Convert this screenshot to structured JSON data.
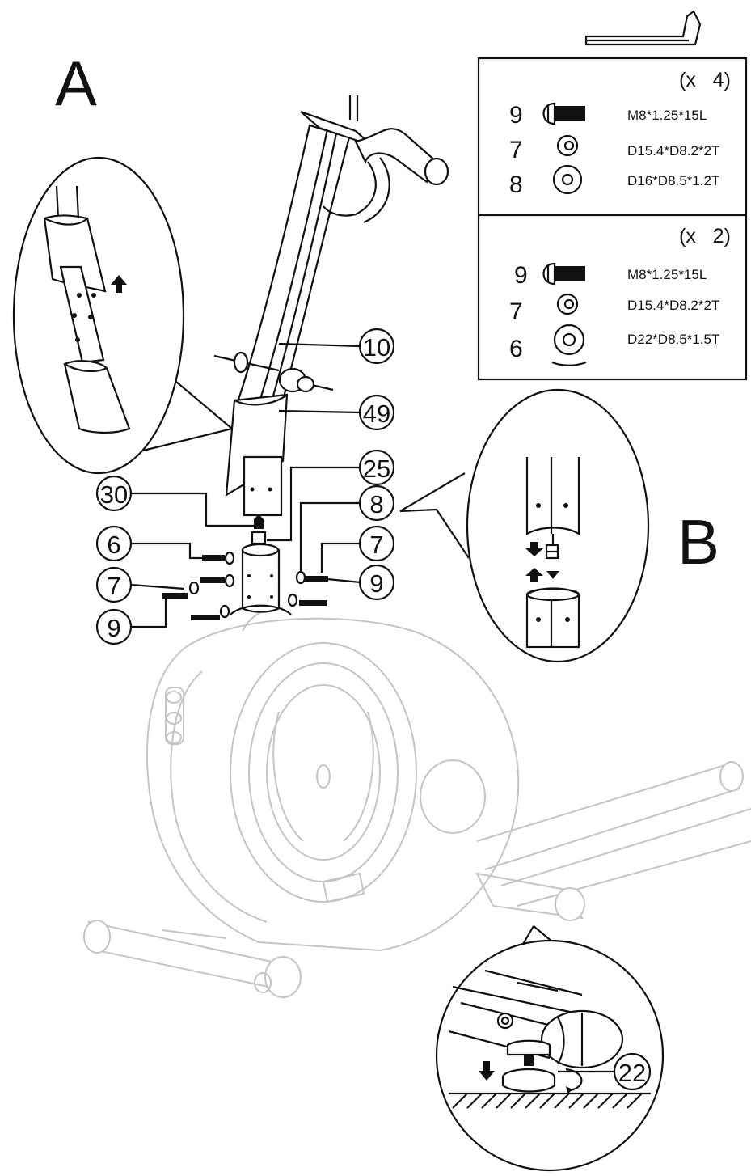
{
  "labels": {
    "step_a": "A",
    "step_b": "B"
  },
  "hardware_table": {
    "group_1": {
      "qty": "(x   4)",
      "rows": [
        {
          "num": "9",
          "spec": "M8*1.25*15L"
        },
        {
          "num": "7",
          "spec": "D15.4*D8.2*2T"
        },
        {
          "num": "8",
          "spec": "D16*D8.5*1.2T"
        }
      ]
    },
    "group_2": {
      "qty": "(x   2)",
      "rows": [
        {
          "num": "9",
          "spec": "M8*1.25*15L"
        },
        {
          "num": "7",
          "spec": "D15.4*D8.2*2T"
        },
        {
          "num": "6",
          "spec": "D22*D8.5*1.5T"
        }
      ]
    }
  },
  "callouts": {
    "c10": "10",
    "c49": "49",
    "c25": "25",
    "c30": "30",
    "c8": "8",
    "c6": "6",
    "c7_right": "7",
    "c7_left": "7",
    "c9_right": "9",
    "c9_left": "9",
    "c22": "22"
  },
  "icons": [
    "allen-key-icon",
    "bolt-icon",
    "washer-icon",
    "arrow-up-icon",
    "arrow-down-icon",
    "rotate-icon"
  ],
  "colors": {
    "ink": "#111111",
    "faded": "#c4c4c4",
    "background": "#ffffff"
  }
}
